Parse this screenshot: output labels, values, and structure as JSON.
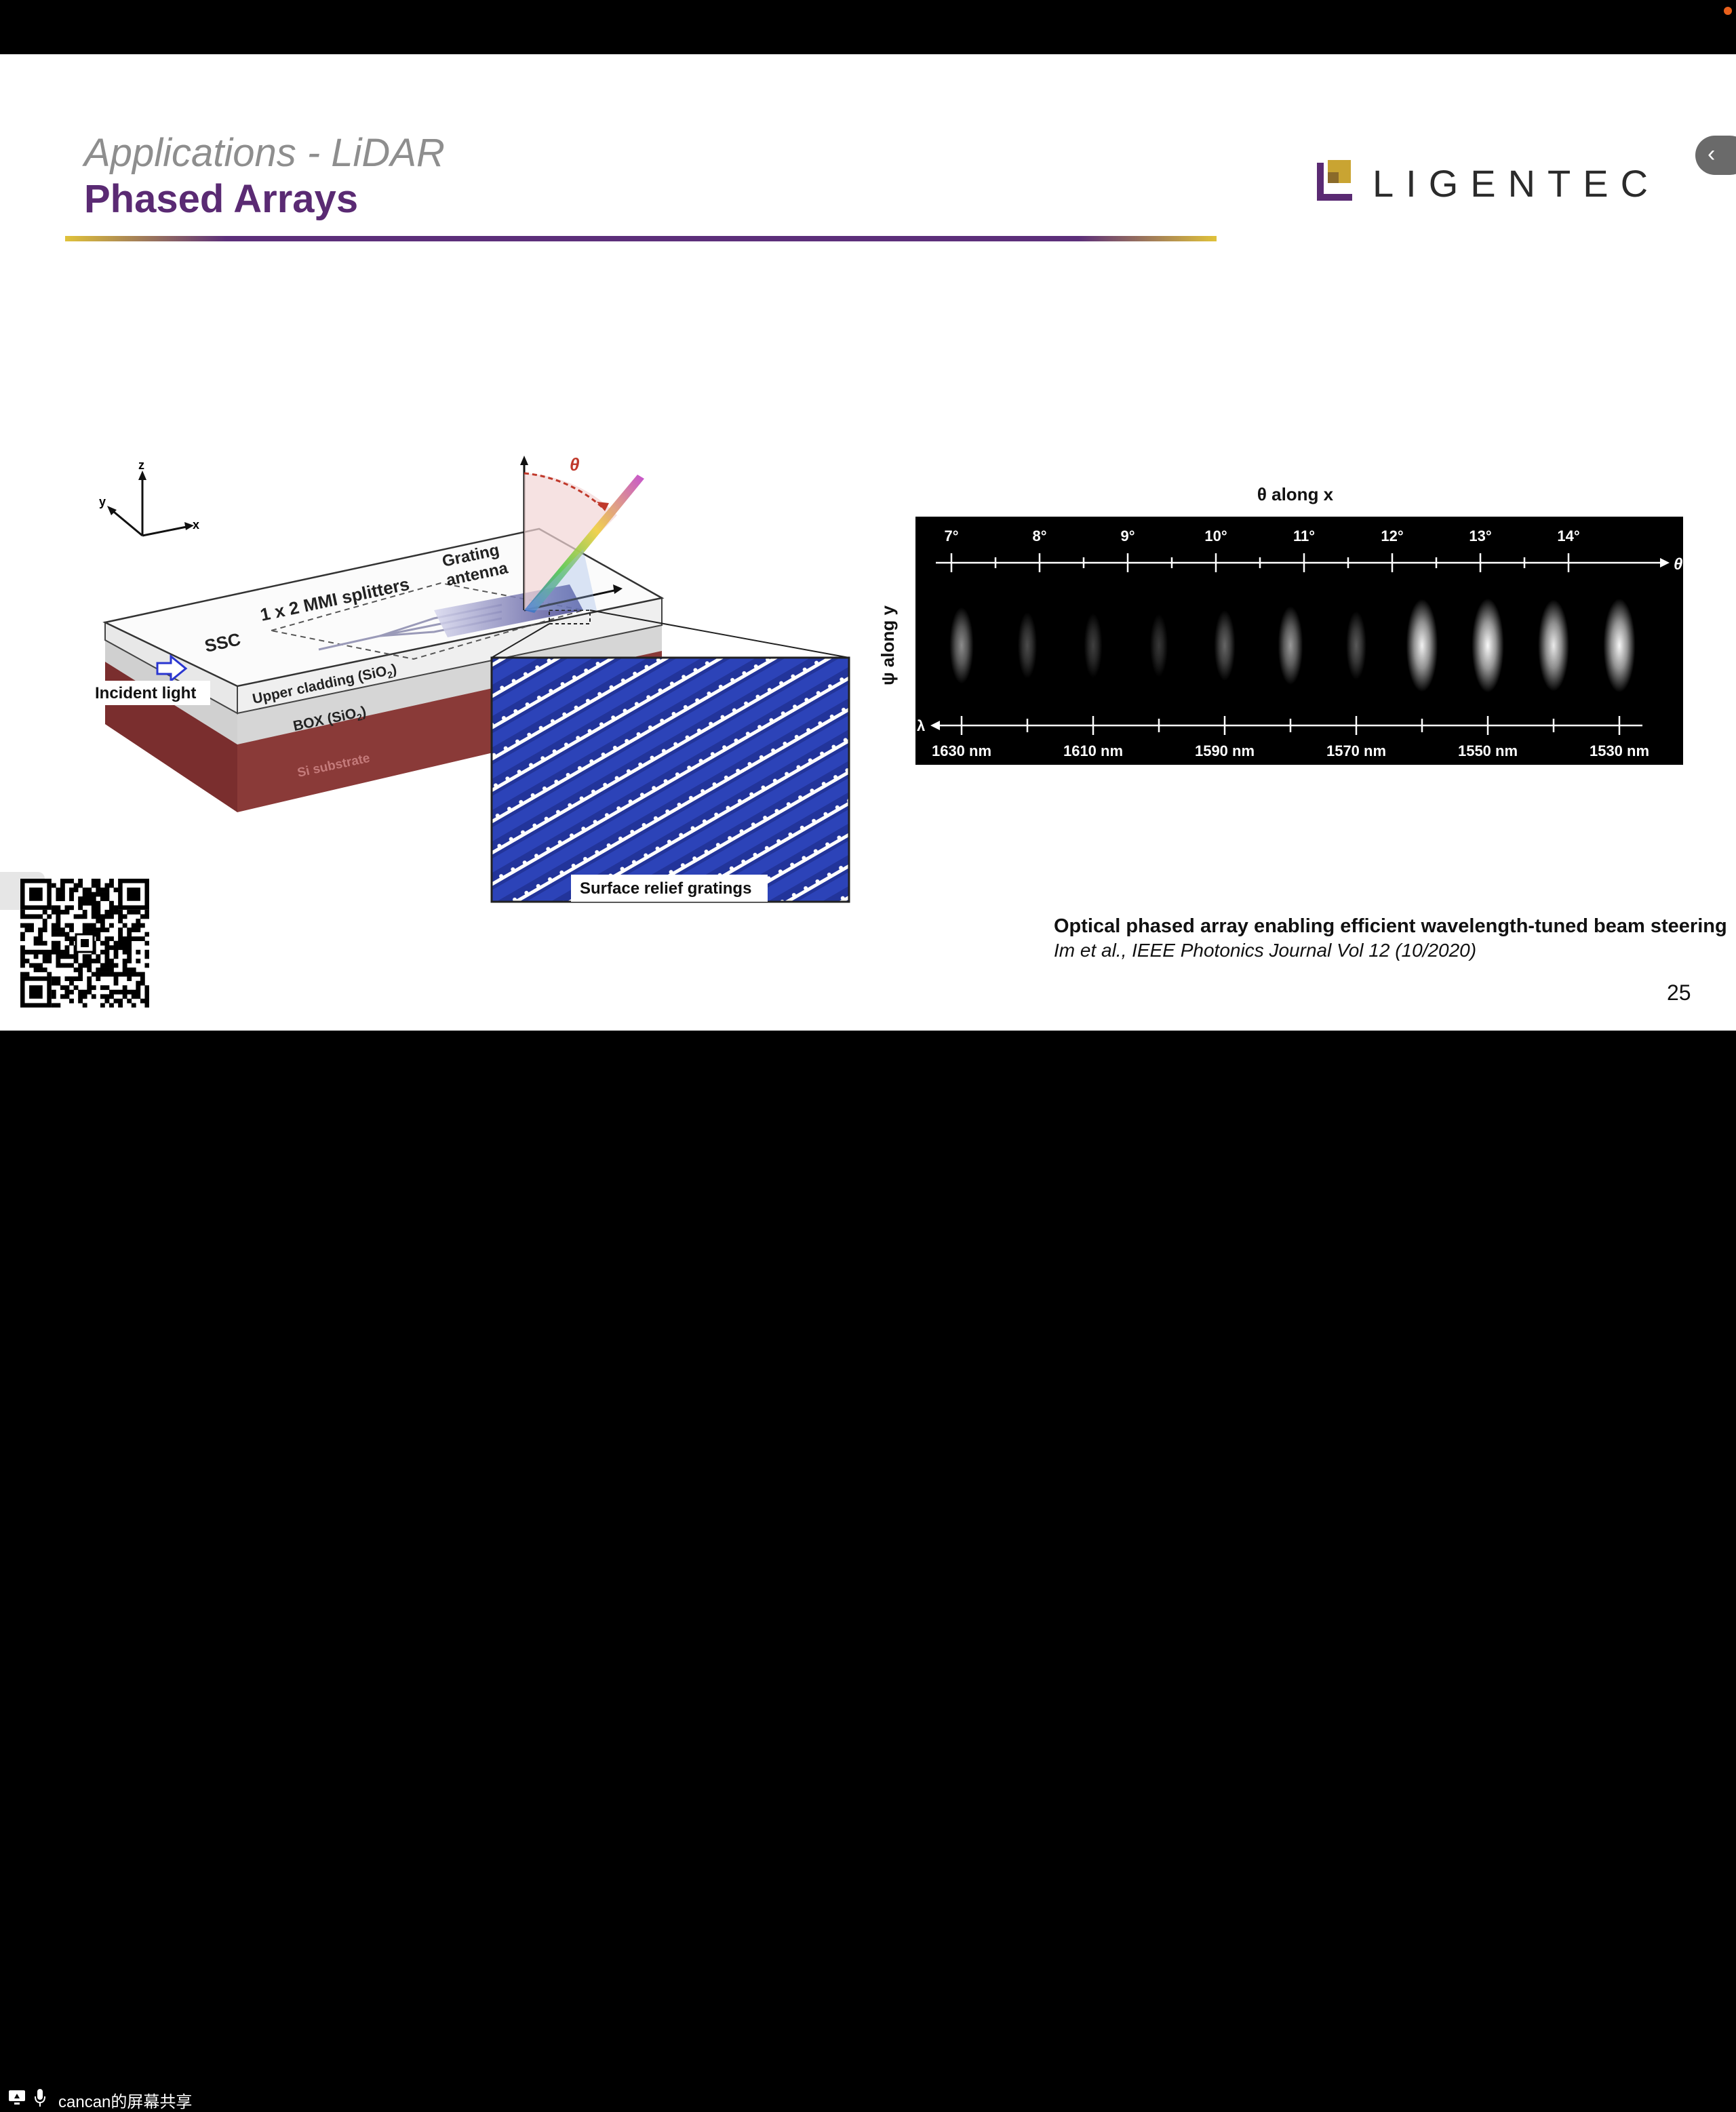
{
  "slide": {
    "subtitle": "Applications - LiDAR",
    "title": "Phased Arrays",
    "logo_text": "LIGENTEC",
    "page_number": "25"
  },
  "device_figure": {
    "axis_z": "z",
    "axis_y": "y",
    "axis_x": "x",
    "theta": "θ",
    "grating_antenna_line1": "Grating",
    "grating_antenna_line2": "antenna",
    "mmi": "1 x 2 MMI splitters",
    "ssc": "SSC",
    "incident_light": "Incident light",
    "upper_cladding": "Upper cladding (SiO",
    "box": "BOX (SiO",
    "subscript": "2",
    "close_paren": ")",
    "si_substrate": "Si substrate",
    "surface_relief": "Surface relief gratings"
  },
  "beam_figure": {
    "theta_axis_label": "θ along x",
    "psi_axis_label": "ψ along y",
    "theta_symbol": "θ",
    "lambda_symbol": "λ",
    "theta_ticks": [
      "7°",
      "8°",
      "9°",
      "10°",
      "11°",
      "12°",
      "13°",
      "14°"
    ],
    "wavelength_ticks": [
      "1630 nm",
      "1610 nm",
      "1590 nm",
      "1570 nm",
      "1550 nm",
      "1530 nm"
    ],
    "spot_intensity": [
      0.55,
      0.3,
      0.25,
      0.22,
      0.4,
      0.6,
      0.35,
      0.95,
      0.98,
      0.92,
      0.97
    ]
  },
  "reference": {
    "title": "Optical phased array enabling efficient wavelength-tuned beam steering",
    "citation": "Im et al., IEEE Photonics Journal Vol 12 (10/2020)"
  },
  "meeting_bar": {
    "share_label": "cancan的屏幕共享"
  },
  "colors": {
    "title_purple": "#5a2a73",
    "rule_gold": "#e0c23a",
    "substrate": "#7a2e2e",
    "grating_blue": "#1f2f8f",
    "recording_dot": "#e8601c"
  }
}
